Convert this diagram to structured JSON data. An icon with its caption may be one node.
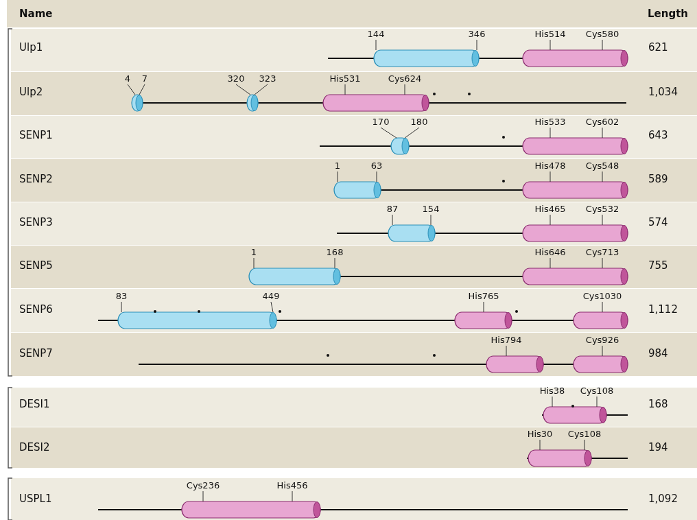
{
  "diagram": {
    "labels": [
      "Name",
      "Length",
      "Ulp1",
      "144",
      "346",
      "His514",
      "Cys580",
      "621",
      "Ulp2",
      "4",
      "7",
      "320",
      "323",
      "His531",
      "Cys624",
      "1,034",
      "SENP1",
      "170",
      "180",
      "His533",
      "Cys602",
      "643",
      "SENP2",
      "1",
      "63",
      "His478",
      "Cys548",
      "589",
      "SENP3",
      "87",
      "154",
      "His465",
      "Cys532",
      "574",
      "SENP5",
      "1",
      "168",
      "His646",
      "Cys713",
      "755",
      "SENP6",
      "83",
      "449",
      "His765",
      "Cys1030",
      "1,112",
      "SENP7",
      "His794",
      "Cys926",
      "984",
      "DESI1",
      "His38",
      "Cys108",
      "168",
      "DESI2",
      "His30",
      "Cys108",
      "194",
      "USPL1",
      "Cys236",
      "His456",
      "1,092"
    ]
  }
}
